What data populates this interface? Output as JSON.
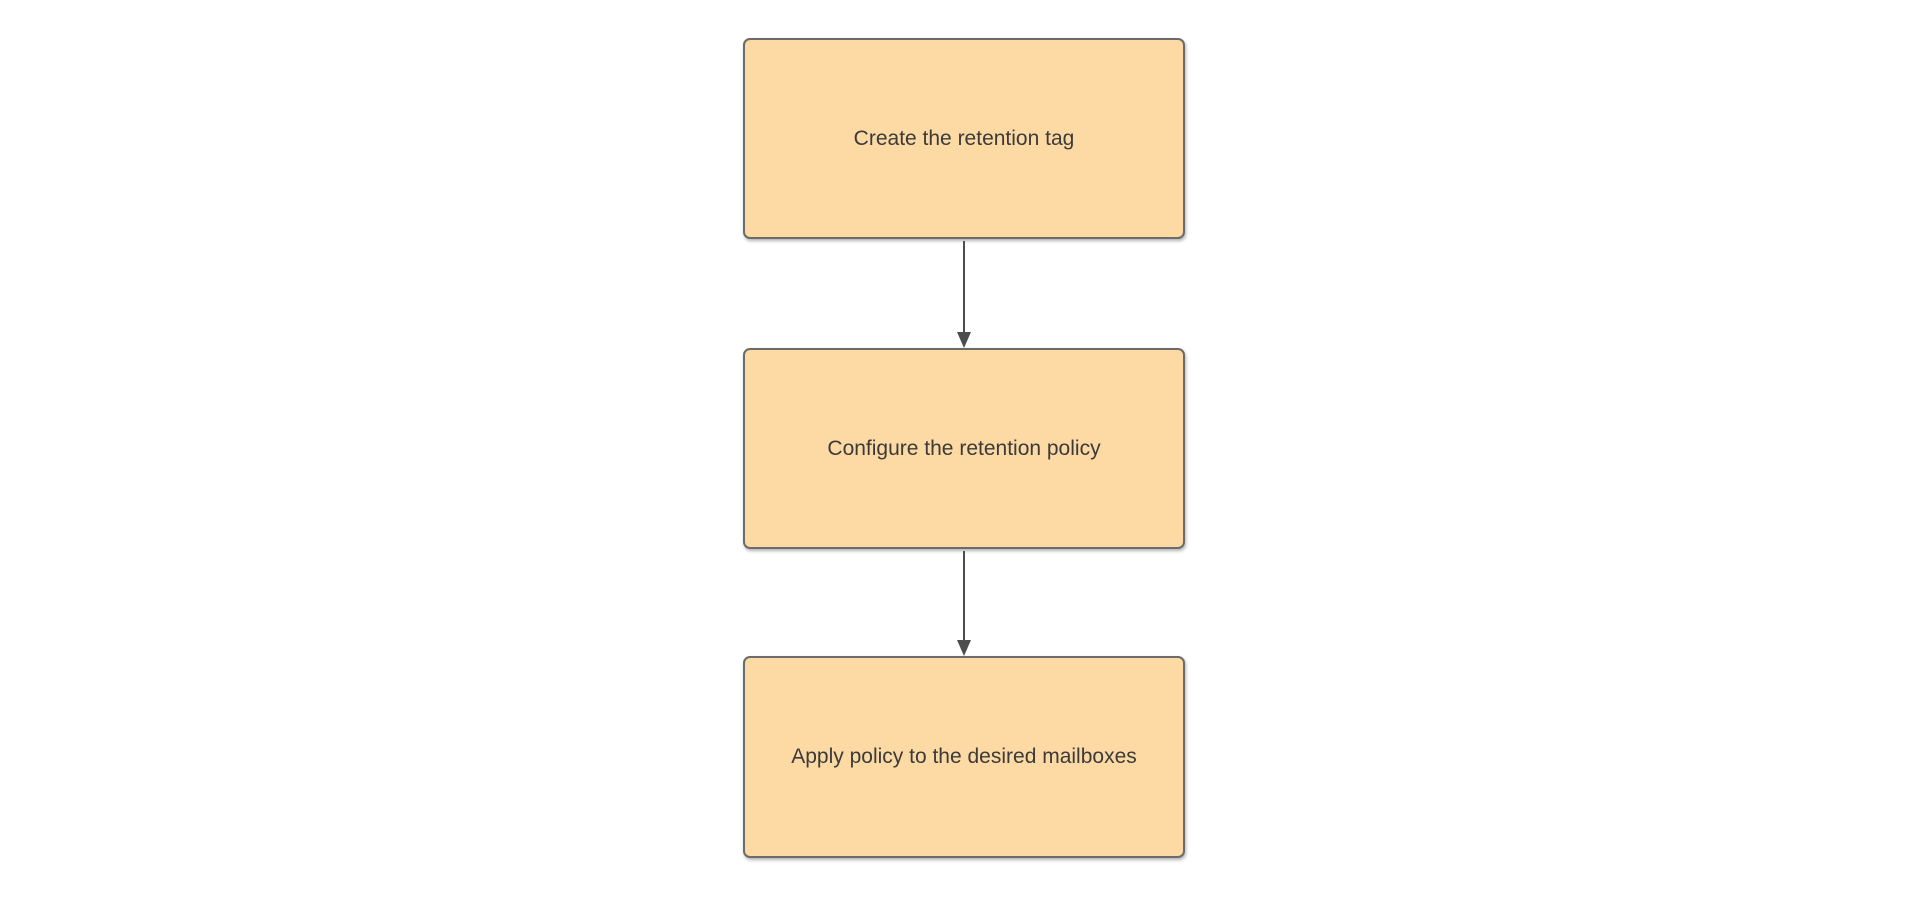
{
  "diagram": {
    "type": "flowchart",
    "colors": {
      "background": "#FFFFFF",
      "node_fill": "#FDD9A3",
      "node_border": "#6B6B6B",
      "node_text": "#3B3B3B",
      "arrow": "#4D4D4D"
    },
    "nodes": [
      {
        "id": "create-retention-tag",
        "label": "Create the retention tag"
      },
      {
        "id": "configure-retention-policy",
        "label": "Configure the retention policy"
      },
      {
        "id": "apply-policy-to-mailboxes",
        "label": "Apply policy to the desired mailboxes"
      }
    ],
    "connectors": [
      {
        "from": "create-retention-tag",
        "to": "configure-retention-policy",
        "direction": "down",
        "style": "solid-arrow"
      },
      {
        "from": "configure-retention-policy",
        "to": "apply-policy-to-mailboxes",
        "direction": "down",
        "style": "solid-arrow"
      }
    ]
  }
}
